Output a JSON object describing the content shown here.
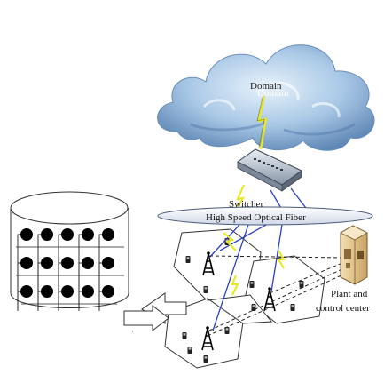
{
  "labels": {
    "domain_front": "Domain",
    "domain_shadow": "Domain",
    "switcher": "Switcher",
    "fiber": "High Speed Optical Fiber",
    "plant_line1": "Plant and",
    "plant_line2": "control center"
  },
  "colors": {
    "cloud_light": "#cfe3f5",
    "cloud_dark": "#5e87b5",
    "fiber_fill": "#dfe5f0",
    "fiber_stroke": "#4a5a78",
    "lightning": "#e8e81a",
    "link_blue": "#2a3fc8",
    "plant_wall": "#e2c48e",
    "node": "#000000"
  },
  "icons": {
    "cloud": "cloud-icon",
    "switch": "network-switch-icon",
    "tower": "radio-tower-icon",
    "device": "smart-meter-icon",
    "plant": "building-icon",
    "cylinder": "data-center-cylinder-icon",
    "arrow": "block-arrow-icon"
  }
}
